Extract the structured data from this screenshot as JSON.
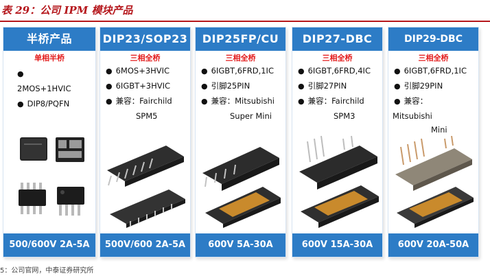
{
  "figure": {
    "title": "表 29：公司 IPM 模块产品",
    "source": "5：公司官网，中泰证券研究所"
  },
  "cards": [
    {
      "header": "半桥产品",
      "subtitle": "单相半桥",
      "specs": [
        "",
        "2MOS+1HVIC",
        "DIP8/PQFN"
      ],
      "footer": "500/600V 2A-5A"
    },
    {
      "header": "DIP23/SOP23",
      "subtitle": "三相全桥",
      "specs": [
        "6MOS+3HVIC",
        "6IGBT+3HVIC",
        "兼容：Fairchild",
        "SPM5"
      ],
      "footer": "500V/600 2A-5A"
    },
    {
      "header": "DIP25FP/CU",
      "subtitle": "三相全桥",
      "specs": [
        "6IGBT,6FRD,1IC",
        "引脚25PIN",
        "兼容：Mitsubishi",
        "Super Mini"
      ],
      "footer": "600V 5A-30A"
    },
    {
      "header": "DIP27-DBC",
      "subtitle": "三相全桥",
      "specs": [
        "6IGBT,6FRD,4IC",
        "引脚27PIN",
        "兼容：Fairchild",
        "SPM3"
      ],
      "footer": "600V 15A-30A"
    },
    {
      "header": "DIP29-DBC",
      "subtitle": "三相全桥",
      "specs": [
        "6IGBT,6FRD,1IC",
        "引脚29PIN",
        "兼容：",
        "Mitsubishi",
        "Mini"
      ],
      "footer": "600V 20A-50A"
    }
  ],
  "colors": {
    "title": "#b5171c",
    "header_bg": "#2d7cc6",
    "subtitle": "#e31b1b"
  }
}
